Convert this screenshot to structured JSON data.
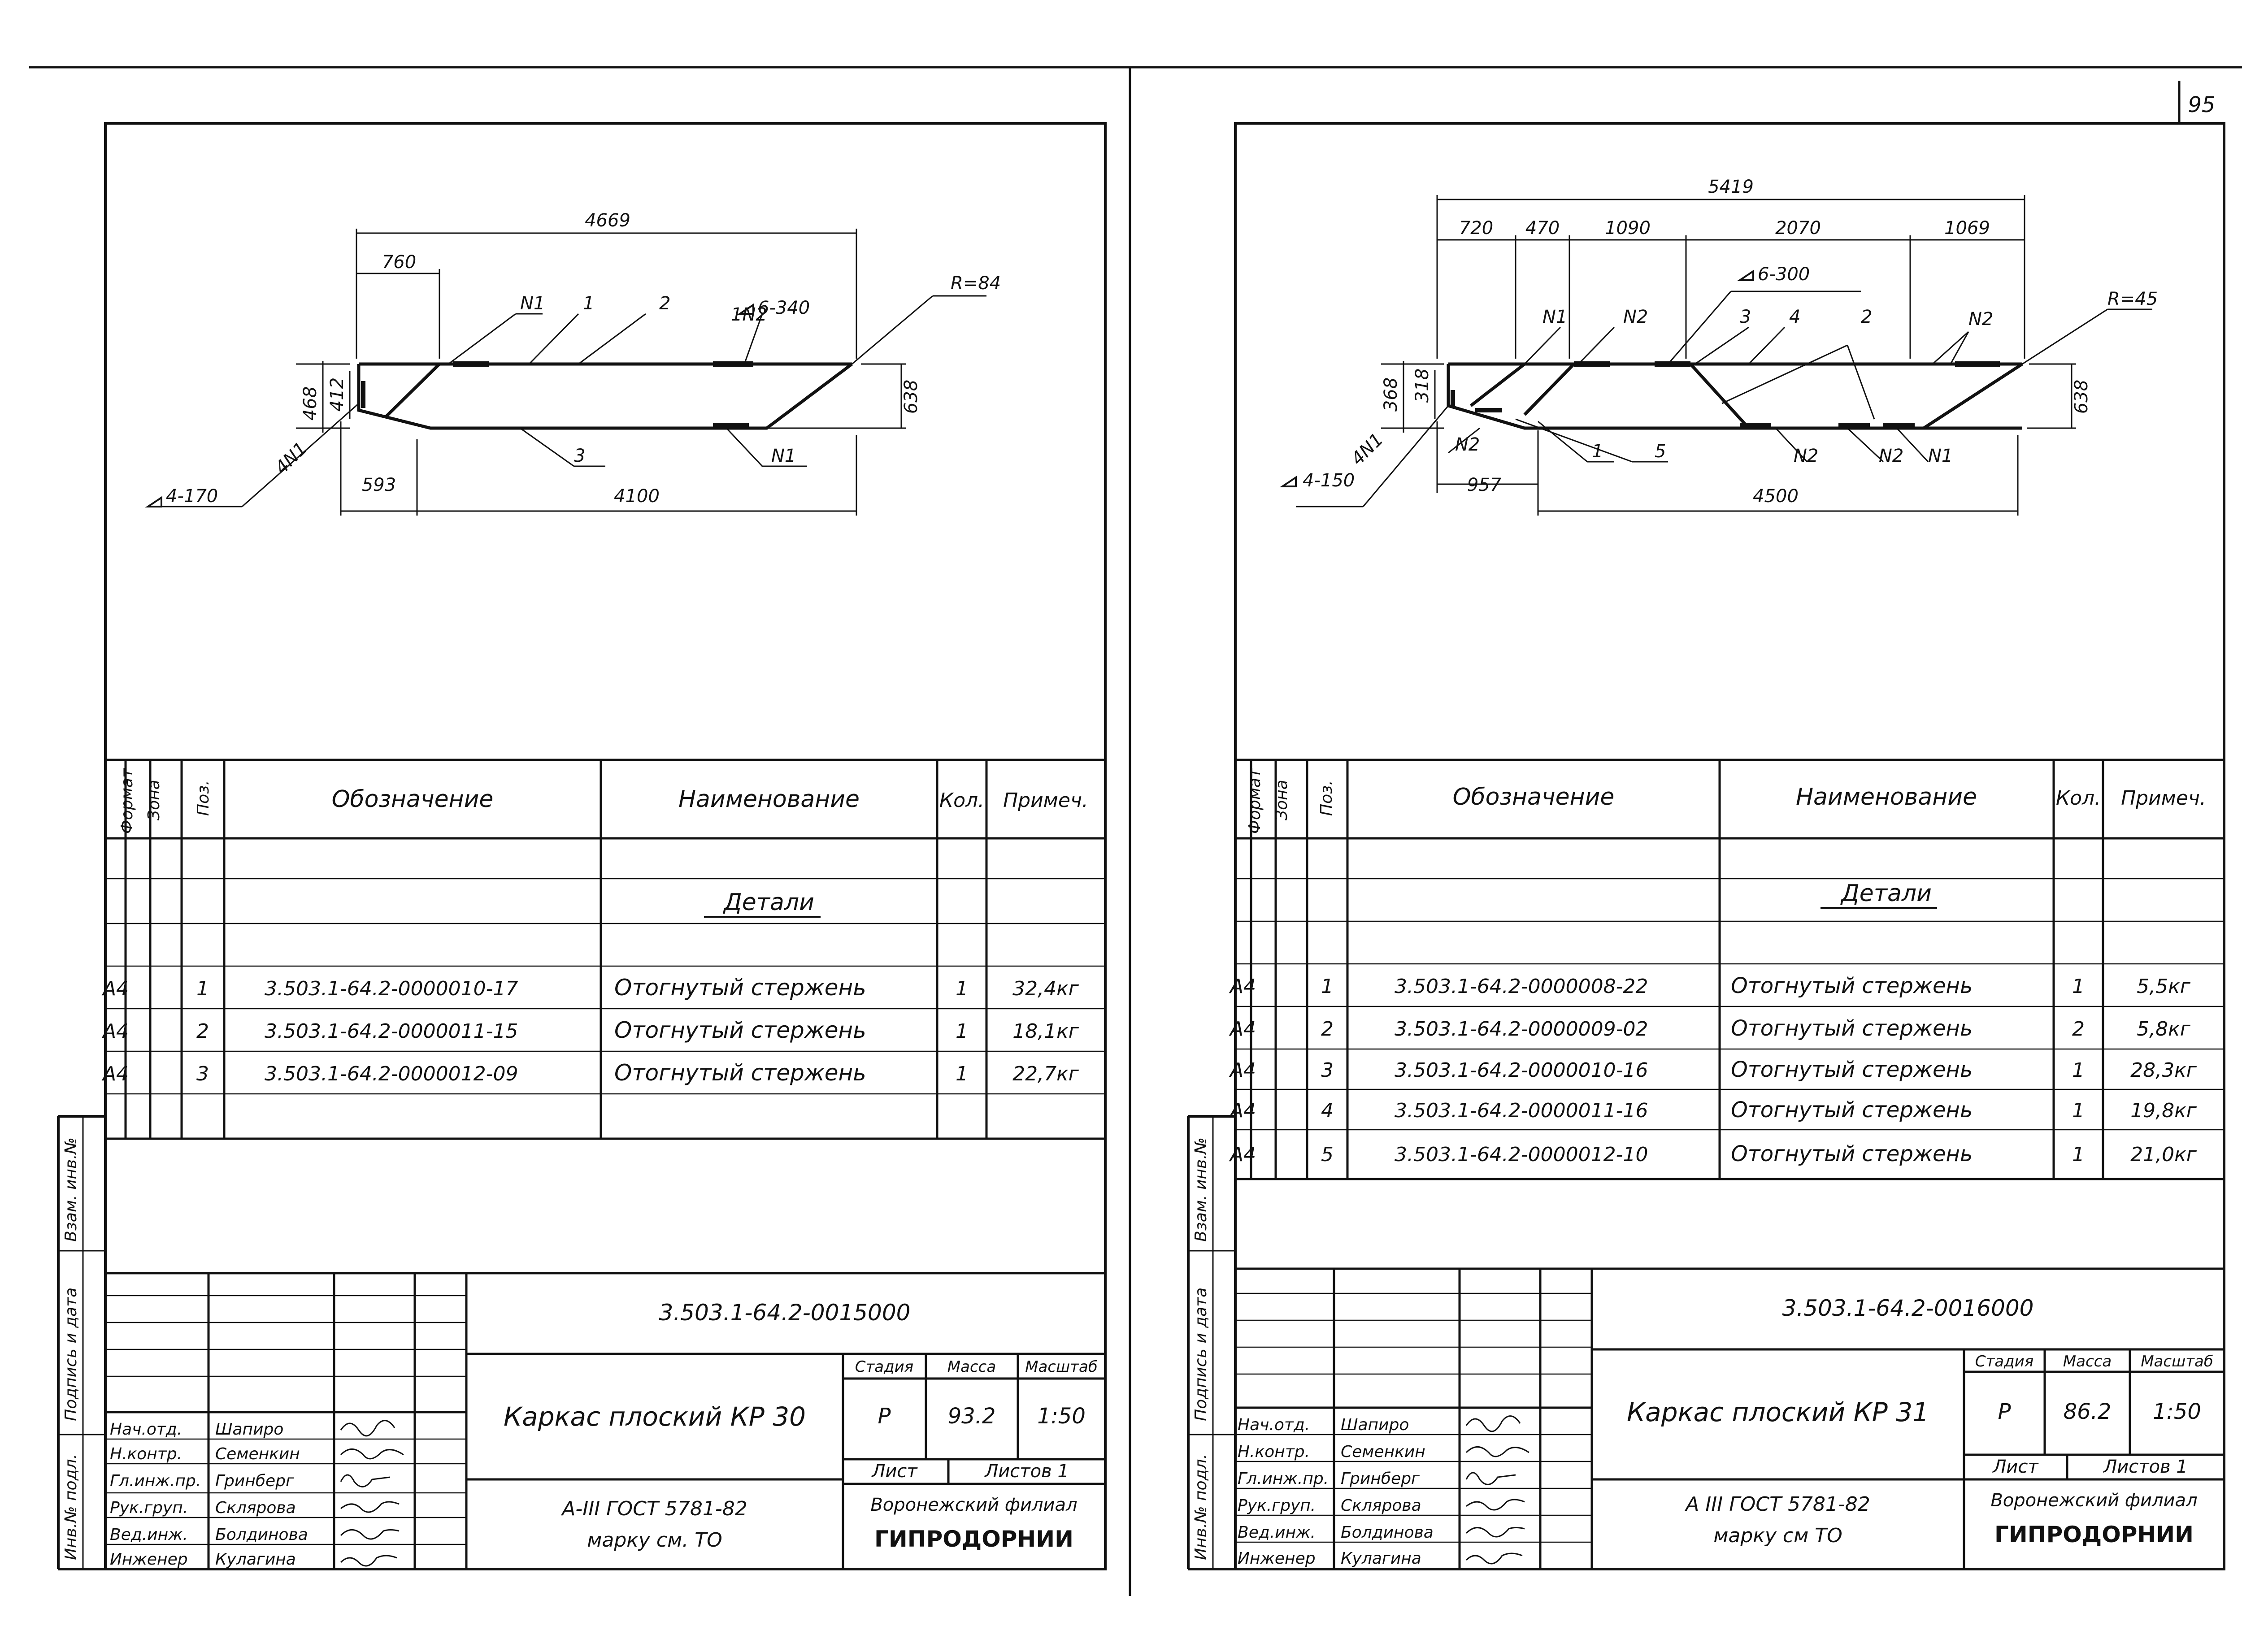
{
  "page_number": "95",
  "sheets": [
    {
      "drawing": {
        "dims": {
          "total_top": "4669",
          "seg_top": "760",
          "h_outer": "468",
          "h_inner": "412",
          "h_right": "638",
          "bottom_left": "593",
          "bottom_total": "4100",
          "radius": "R=84"
        },
        "callouts": {
          "n1_top": "N1",
          "pos1": "1",
          "pos2": "2",
          "n2_top": "1N2",
          "weld_top": "6-340",
          "pos3": "3",
          "n1_bottom": "N1",
          "n1_left": "4N1",
          "weld_left": "4-170"
        }
      },
      "spec": {
        "headers": {
          "format": "Формат",
          "zone": "Зона",
          "pos": "Поз.",
          "designation": "Обозначение",
          "name": "Наименование",
          "qty": "Кол.",
          "note": "Примеч."
        },
        "section": "Детали",
        "rows": [
          {
            "format": "A4",
            "pos": "1",
            "designation": "3.503.1-64.2-0000010-17",
            "name": "Отогнутый стержень",
            "qty": "1",
            "note": "32,4кг"
          },
          {
            "format": "A4",
            "pos": "2",
            "designation": "3.503.1-64.2-0000011-15",
            "name": "Отогнутый стержень",
            "qty": "1",
            "note": "18,1кг"
          },
          {
            "format": "A4",
            "pos": "3",
            "designation": "3.503.1-64.2-0000012-09",
            "name": "Отогнутый стержень",
            "qty": "1",
            "note": "22,7кг"
          }
        ]
      },
      "title_block": {
        "doc_code": "3.503.1-64.2-0015000",
        "title": "Каркас плоский КР 30",
        "material": "А-III  ГОСТ 5781-82",
        "material_note": "марку см. ТО",
        "stage_label": "Стадия",
        "mass_label": "Масса",
        "scale_label": "Масштаб",
        "stage": "Р",
        "mass": "93.2",
        "scale": "1:50",
        "sheet_label": "Лист",
        "sheets_label": "Листов 1",
        "org1": "Воронежский филиал",
        "org2": "ГИПРОДОРНИИ",
        "people": [
          {
            "role": "Нач.отд.",
            "name": "Шапиро"
          },
          {
            "role": "Н.контр.",
            "name": "Семенкин"
          },
          {
            "role": "Гл.инж.пр.",
            "name": "Гринберг"
          },
          {
            "role": "Рук.груп.",
            "name": "Склярова"
          },
          {
            "role": "Вед.инж.",
            "name": "Болдинова"
          },
          {
            "role": "Инженер",
            "name": "Кулагина"
          }
        ]
      },
      "side_stamp": {
        "inv": "Инв.№ подл.",
        "sign": "Подпись и дата",
        "vzam": "Взам. инв.№"
      }
    },
    {
      "drawing": {
        "dims": {
          "total_top": "5419",
          "seg1": "720",
          "seg2": "470",
          "seg3": "1090",
          "seg4": "2070",
          "seg5": "1069",
          "h_outer": "368",
          "h_inner": "318",
          "h_right": "638",
          "bottom_left": "957",
          "bottom_total": "4500",
          "radius": "R=45"
        },
        "callouts": {
          "n1_top": "N1",
          "n2_top": "N2",
          "pos3": "3",
          "pos4": "4",
          "pos2": "2",
          "n2_right": "N2",
          "weld_top": "6-300",
          "n1_left": "4N1",
          "weld_left": "4-150",
          "n2_left": "N2",
          "pos1": "1",
          "pos5": "5",
          "n2_b1": "N2",
          "n2_b2": "N2",
          "n1_b": "N1"
        }
      },
      "spec": {
        "headers": {
          "format": "Формат",
          "zone": "Зона",
          "pos": "Поз.",
          "designation": "Обозначение",
          "name": "Наименование",
          "qty": "Кол.",
          "note": "Примеч."
        },
        "section": "Детали",
        "rows": [
          {
            "format": "A4",
            "pos": "1",
            "designation": "3.503.1-64.2-0000008-22",
            "name": "Отогнутый стержень",
            "qty": "1",
            "note": "5,5кг"
          },
          {
            "format": "A4",
            "pos": "2",
            "designation": "3.503.1-64.2-0000009-02",
            "name": "Отогнутый стержень",
            "qty": "2",
            "note": "5,8кг"
          },
          {
            "format": "A4",
            "pos": "3",
            "designation": "3.503.1-64.2-0000010-16",
            "name": "Отогнутый стержень",
            "qty": "1",
            "note": "28,3кг"
          },
          {
            "format": "A4",
            "pos": "4",
            "designation": "3.503.1-64.2-0000011-16",
            "name": "Отогнутый стержень",
            "qty": "1",
            "note": "19,8кг"
          },
          {
            "format": "A4",
            "pos": "5",
            "designation": "3.503.1-64.2-0000012-10",
            "name": "Отогнутый стержень",
            "qty": "1",
            "note": "21,0кг"
          }
        ]
      },
      "title_block": {
        "doc_code": "3.503.1-64.2-0016000",
        "title": "Каркас плоский КР 31",
        "material": "А III  ГОСТ 5781-82",
        "material_note": "марку см ТО",
        "stage_label": "Стадия",
        "mass_label": "Масса",
        "scale_label": "Масштаб",
        "stage": "Р",
        "mass": "86.2",
        "scale": "1:50",
        "sheet_label": "Лист",
        "sheets_label": "Листов 1",
        "org1": "Воронежский филиал",
        "org2": "ГИПРОДОРНИИ",
        "people": [
          {
            "role": "Нач.отд.",
            "name": "Шапиро"
          },
          {
            "role": "Н.контр.",
            "name": "Семенкин"
          },
          {
            "role": "Гл.инж.пр.",
            "name": "Гринберг"
          },
          {
            "role": "Рук.груп.",
            "name": "Склярова"
          },
          {
            "role": "Вед.инж.",
            "name": "Болдинова"
          },
          {
            "role": "Инженер",
            "name": "Кулагина"
          }
        ]
      },
      "side_stamp": {
        "inv": "Инв.№ подл.",
        "sign": "Подпись и дата",
        "vzam": "Взам. инв.№"
      }
    }
  ]
}
